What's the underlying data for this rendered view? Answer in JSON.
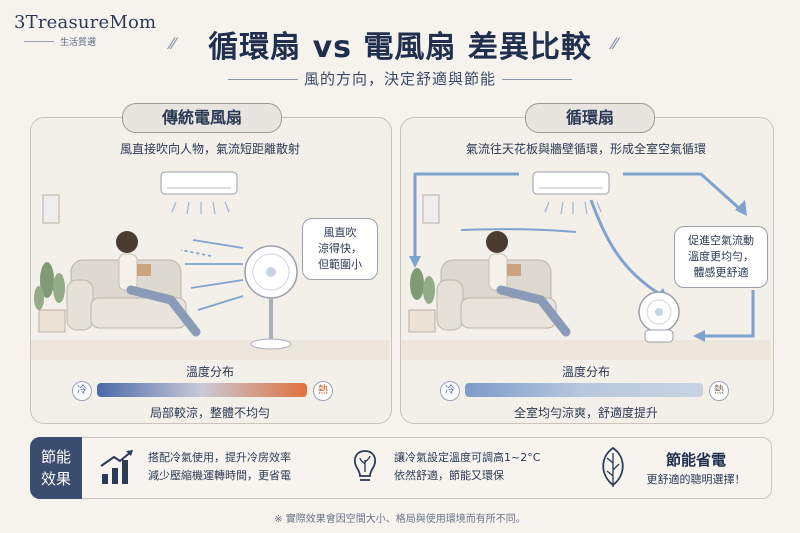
{
  "brand": {
    "name": "3TreasureMom",
    "tagline": "生活質選"
  },
  "header": {
    "title": "循環扇 vs 電風扇 差異比較",
    "subtitle": "風的方向，決定舒適與節能"
  },
  "left_panel": {
    "title": "傳統電風扇",
    "description": "風直接吹向人物，氣流短距離散射",
    "bubble": [
      "風直吹",
      "涼得快，",
      "但範圍小"
    ],
    "temp_title": "溫度分布",
    "cold_label": "冷",
    "hot_label": "熱",
    "temp_desc": "局部較涼，整體不均勻",
    "gradient_colors": [
      "#4a6aa8",
      "#c9c9d6",
      "#e0713d"
    ]
  },
  "right_panel": {
    "title": "循環扇",
    "description": "氣流往天花板與牆壁循環，形成全室空氣循環",
    "bubble": [
      "促進空氣流動",
      "溫度更均勻，",
      "體感更舒適"
    ],
    "temp_title": "溫度分布",
    "cold_label": "冷",
    "hot_label": "熱",
    "temp_desc": "全室均勻涼爽，舒適度提升",
    "gradient_colors": [
      "#7d9bc9",
      "#b8c8dd",
      "#c8d3e2"
    ]
  },
  "energy": {
    "label_line1": "節能",
    "label_line2": "效果",
    "item1": [
      "搭配冷氣使用，提升冷房效率",
      "減少壓縮機運轉時間，更省電"
    ],
    "item2": [
      "讓冷氣設定溫度可調高1~2°C",
      "依然舒適，節能又環保"
    ],
    "highlight_title": "節能省電",
    "highlight_sub": "更舒適的聰明選擇！"
  },
  "footnote": "※ 實際效果會因空間大小、格局與使用環境而有所不同。",
  "colors": {
    "navy": "#2b3a55",
    "arrow_blue": "#7fa3cf",
    "accent_blue": "#3a4d6e"
  }
}
